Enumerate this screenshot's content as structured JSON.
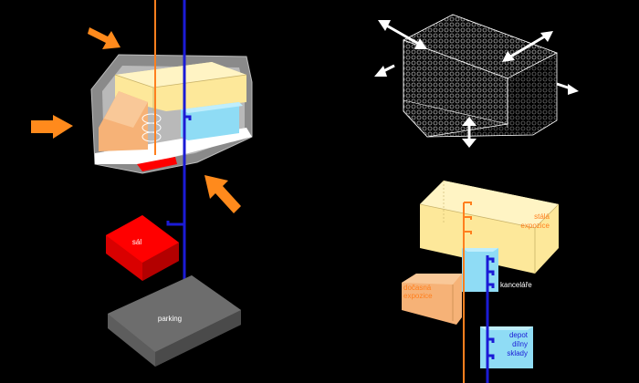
{
  "labels": {
    "sal": "sál",
    "parking": "parking",
    "stala_line1": "stálá",
    "stala_line2": "expozice",
    "docasna_line1": "dočasná",
    "docasna_line2": "expozice",
    "kancelare": "kanceláře",
    "depot_line1": "depot",
    "depot_line2": "dílny",
    "depot_line3": "sklady"
  },
  "colors": {
    "background": "#000000",
    "yellow_volume": "#fde89a",
    "orange_volume": "#f6b277",
    "cyan_volume": "#8fdcf5",
    "red_volume": "#ff0000",
    "gray_volume": "#6d6d6d",
    "blue_circulation": "#1b1bd6",
    "orange_circulation": "#ff7f1e",
    "arrow_orange": "#ff8a1c",
    "arrow_white": "#ffffff"
  }
}
